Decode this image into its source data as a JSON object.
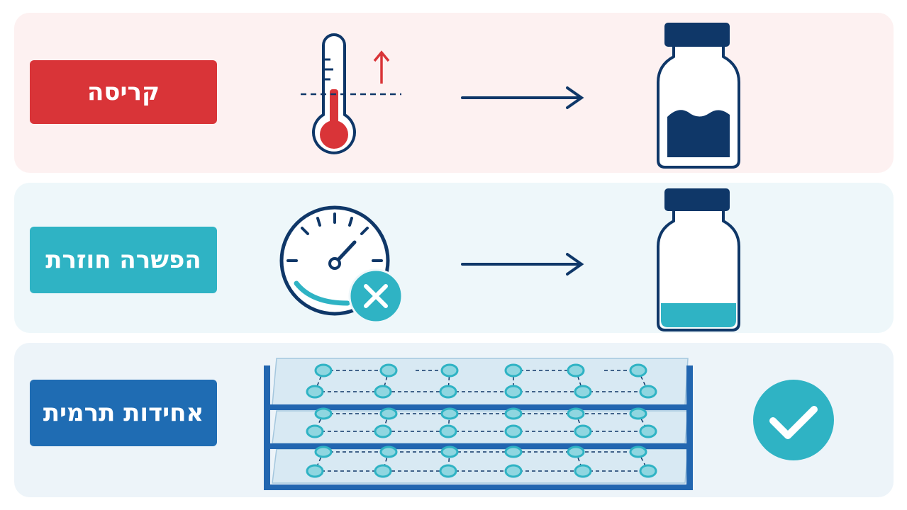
{
  "rows": [
    {
      "label": "קריסה",
      "label_color": "#d93438",
      "background": "#fdf1f1"
    },
    {
      "label": "הפשרה חוזרת",
      "label_color": "#2fb3c4",
      "background": "#eef7fa"
    },
    {
      "label": "אחידות תרמית",
      "label_color": "#1f6cb3",
      "background": "#edf4f9"
    }
  ],
  "colors": {
    "navy": "#0f3768",
    "red": "#d93438",
    "teal": "#2fb3c4",
    "rack_blue": "#2266b0"
  },
  "icons": [
    "thermometer-icon",
    "temperature-up-arrow-icon",
    "right-arrow-icon",
    "vial-icon",
    "gauge-icon",
    "x-icon",
    "storage-rack-icon",
    "check-icon"
  ]
}
